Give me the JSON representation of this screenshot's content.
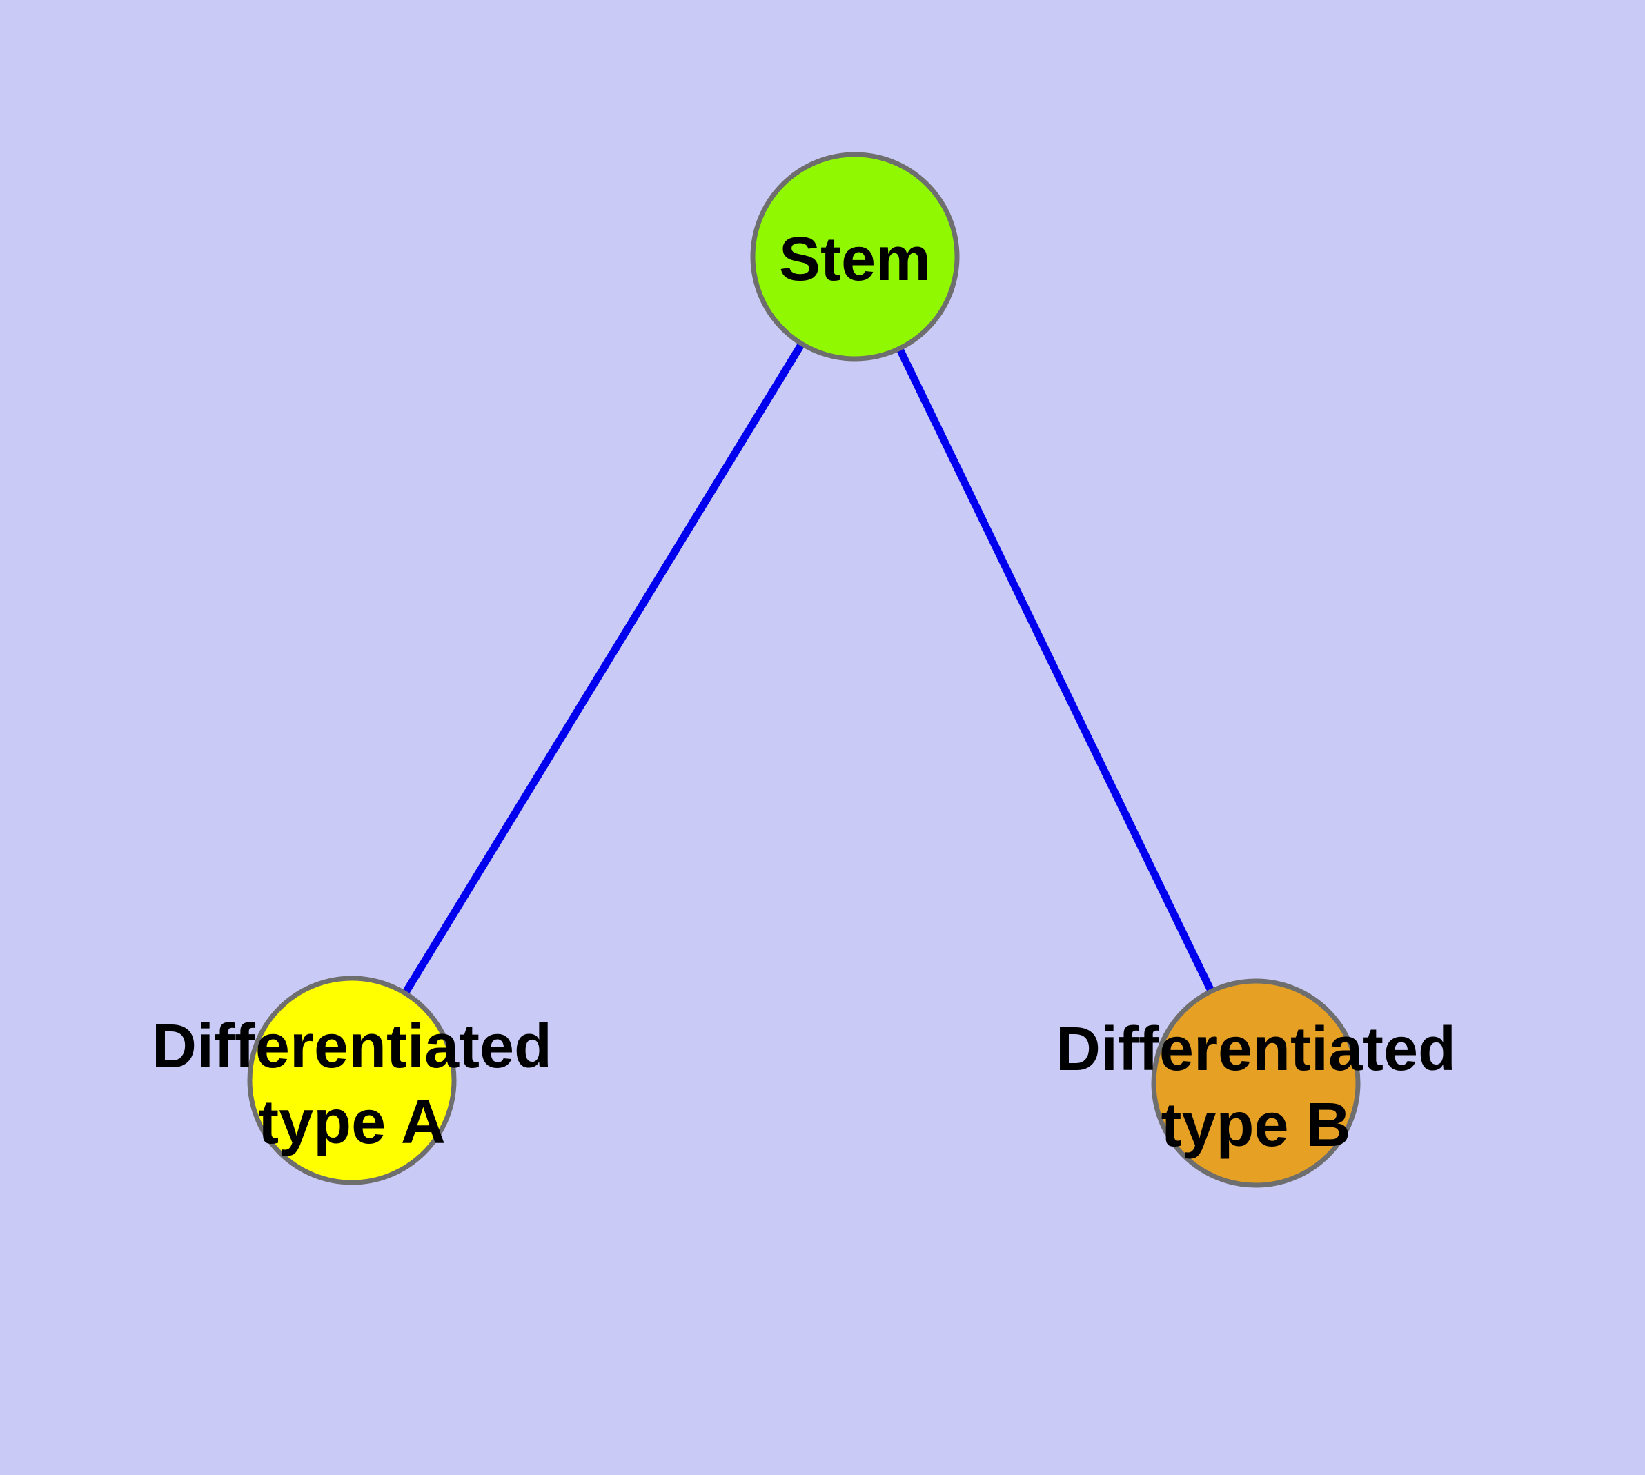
{
  "diagram": {
    "type": "node-link-graph",
    "description": "Cell differentiation tree: a stem node with two differentiated child types"
  },
  "nodes": {
    "stem": {
      "label": "Stem",
      "color": "#90F800"
    },
    "type_a": {
      "label_line1": "Differentiated",
      "label_line2": "type A",
      "label_full": "Differentiated type A",
      "color": "#FFFF00"
    },
    "type_b": {
      "label_line1": "Differentiated",
      "label_line2": "type B",
      "label_full": "Differentiated type B",
      "color": "#E6A024"
    }
  },
  "edges": {
    "color": "#0000EE",
    "items": [
      {
        "from": "Stem",
        "to": "Differentiated type A"
      },
      {
        "from": "Stem",
        "to": "Differentiated type B"
      }
    ]
  },
  "style": {
    "background": "#CACAF7",
    "node_border_color": "#6E6E6E",
    "text_color": "#000000"
  }
}
